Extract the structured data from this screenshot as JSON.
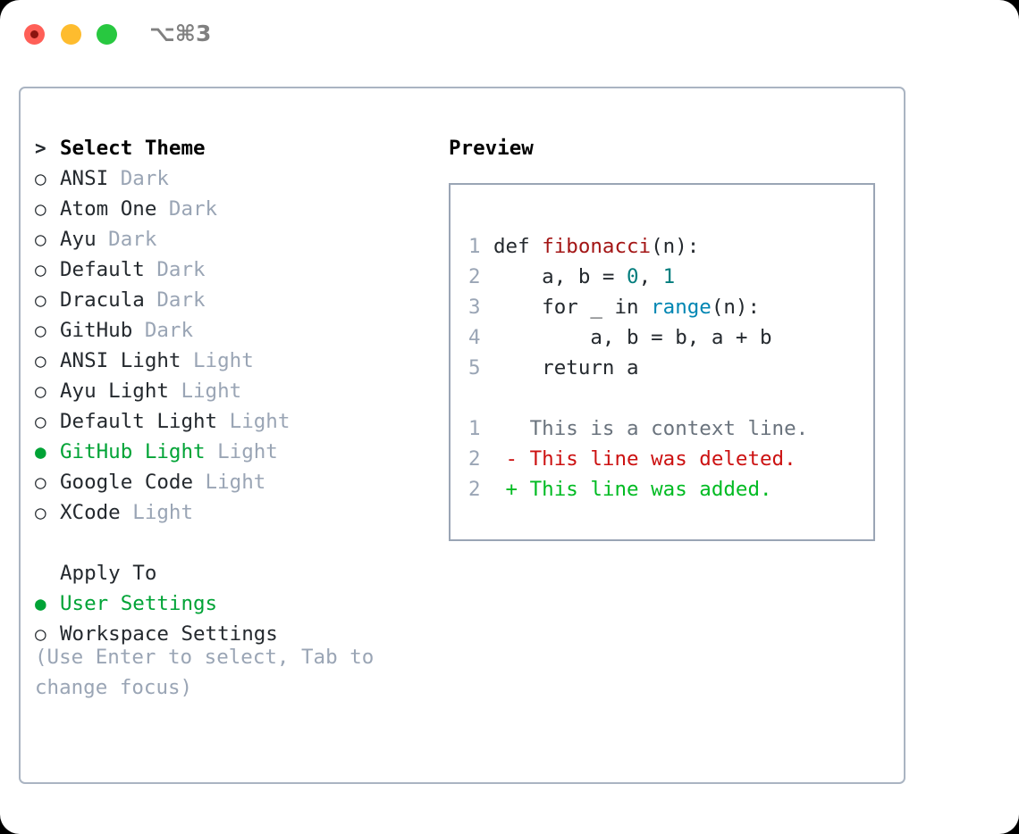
{
  "titlebar": {
    "shortcut": "⌥⌘3",
    "buttons": {
      "close": "close",
      "minimize": "minimize",
      "maximize": "maximize"
    }
  },
  "theme_picker": {
    "prompt": ">",
    "heading": "Select Theme",
    "bullet_unselected": "○",
    "bullet_selected": "●",
    "items": [
      {
        "name": "ANSI",
        "variant": "Dark",
        "selected": false
      },
      {
        "name": "Atom One",
        "variant": "Dark",
        "selected": false
      },
      {
        "name": "Ayu",
        "variant": "Dark",
        "selected": false
      },
      {
        "name": "Default",
        "variant": "Dark",
        "selected": false
      },
      {
        "name": "Dracula",
        "variant": "Dark",
        "selected": false
      },
      {
        "name": "GitHub",
        "variant": "Dark",
        "selected": false
      },
      {
        "name": "ANSI Light",
        "variant": "Light",
        "selected": false
      },
      {
        "name": "Ayu Light",
        "variant": "Light",
        "selected": false
      },
      {
        "name": "Default Light",
        "variant": "Light",
        "selected": false
      },
      {
        "name": "GitHub Light",
        "variant": "Light",
        "selected": true
      },
      {
        "name": "Google Code",
        "variant": "Light",
        "selected": false
      },
      {
        "name": "XCode",
        "variant": "Light",
        "selected": false
      }
    ]
  },
  "apply_to": {
    "heading": "Apply To",
    "items": [
      {
        "name": "User Settings",
        "selected": true
      },
      {
        "name": "Workspace Settings",
        "selected": false
      }
    ]
  },
  "hint": "(Use Enter to select, Tab to change focus)",
  "preview": {
    "title": "Preview",
    "code_lines": [
      {
        "number": "1",
        "tokens": [
          {
            "text": "def ",
            "kind": "plain"
          },
          {
            "text": "fibonacci",
            "kind": "fn"
          },
          {
            "text": "(n):",
            "kind": "plain"
          }
        ]
      },
      {
        "number": "2",
        "tokens": [
          {
            "text": "    a, b = ",
            "kind": "plain"
          },
          {
            "text": "0",
            "kind": "num"
          },
          {
            "text": ", ",
            "kind": "plain"
          },
          {
            "text": "1",
            "kind": "num"
          }
        ]
      },
      {
        "number": "3",
        "tokens": [
          {
            "text": "    for _ in ",
            "kind": "plain"
          },
          {
            "text": "range",
            "kind": "builtin"
          },
          {
            "text": "(n):",
            "kind": "plain"
          }
        ]
      },
      {
        "number": "4",
        "tokens": [
          {
            "text": "        a, b = b, a + b",
            "kind": "plain"
          }
        ]
      },
      {
        "number": "5",
        "tokens": [
          {
            "text": "    return a",
            "kind": "plain"
          }
        ]
      }
    ],
    "diff_lines": [
      {
        "number": "1",
        "marker": "  ",
        "text": "This is a context line.",
        "kind": "ctx"
      },
      {
        "number": "2",
        "marker": "- ",
        "text": "This line was deleted.",
        "kind": "del"
      },
      {
        "number": "2",
        "marker": "+ ",
        "text": "This line was added.",
        "kind": "add"
      }
    ]
  },
  "colors": {
    "selected_green": "#00a336",
    "diff_delete_red": "#cc1111",
    "diff_add_green": "#00bb22",
    "function_red": "#a31515",
    "number_teal": "#007d7d",
    "builtin_blue": "#0086b3",
    "muted_grey": "#9aa5b5",
    "border_grey": "#aab4c2"
  }
}
